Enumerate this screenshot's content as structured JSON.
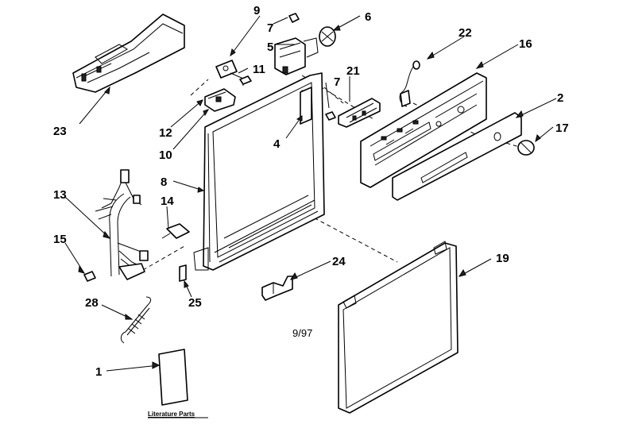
{
  "callouts": {
    "c1": "1",
    "c2": "2",
    "c4": "4",
    "c5": "5",
    "c6": "6",
    "c7a": "7",
    "c7b": "7",
    "c8": "8",
    "c9": "9",
    "c10": "10",
    "c11": "11",
    "c12": "12",
    "c13": "13",
    "c14": "14",
    "c15": "15",
    "c16": "16",
    "c17": "17",
    "c19": "19",
    "c21": "21",
    "c22": "22",
    "c23": "23",
    "c24": "24",
    "c25": "25",
    "c28": "28"
  },
  "date_code": "9/97",
  "literature_label": "Literature Parts"
}
